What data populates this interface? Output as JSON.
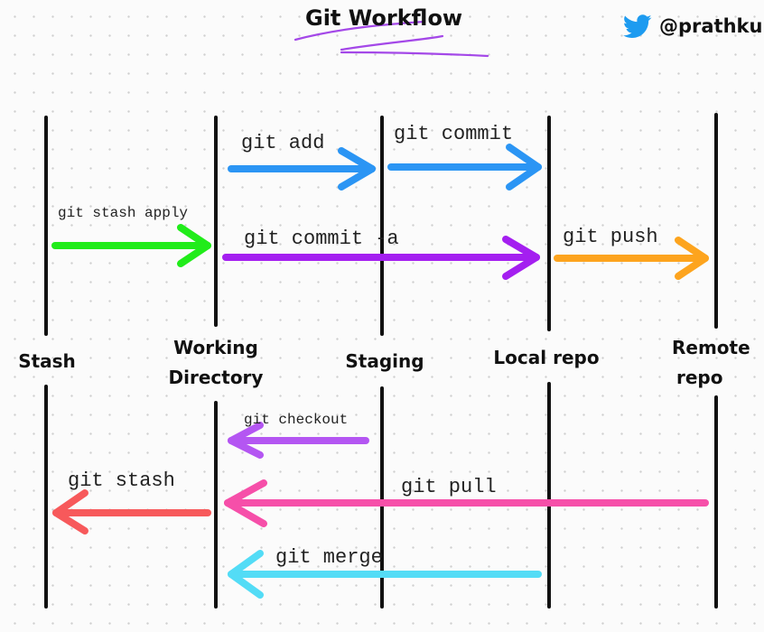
{
  "title": "Git Workflow",
  "author": {
    "handle": "@prathkum",
    "icon": "twitter-bird-icon"
  },
  "columns": [
    {
      "id": "stash",
      "line1": "Stash",
      "line2": ""
    },
    {
      "id": "working",
      "line1": "Working",
      "line2": "Directory"
    },
    {
      "id": "staging",
      "line1": "Staging",
      "line2": ""
    },
    {
      "id": "local",
      "line1": "Local repo",
      "line2": ""
    },
    {
      "id": "remote",
      "line1": "Remote",
      "line2": "repo"
    }
  ],
  "commands": [
    {
      "id": "git-add",
      "label": "git add",
      "from": "working",
      "to": "staging",
      "color": "#2b95f4"
    },
    {
      "id": "git-commit",
      "label": "git commit",
      "from": "staging",
      "to": "local",
      "color": "#2b95f4"
    },
    {
      "id": "git-stash-apply",
      "label": "git stash apply",
      "from": "stash",
      "to": "working",
      "color": "#21ec1a"
    },
    {
      "id": "git-commit-a",
      "label": "git commit -a",
      "from": "working",
      "to": "local",
      "color": "#a41ff0"
    },
    {
      "id": "git-push",
      "label": "git push",
      "from": "local",
      "to": "remote",
      "color": "#fda41e"
    },
    {
      "id": "git-checkout",
      "label": "git checkout",
      "from": "staging",
      "to": "working",
      "color": "#b456f2"
    },
    {
      "id": "git-stash",
      "label": "git stash",
      "from": "working",
      "to": "stash",
      "color": "#f7595b"
    },
    {
      "id": "git-pull",
      "label": "git pull",
      "from": "remote",
      "to": "working",
      "color": "#f64fa9"
    },
    {
      "id": "git-merge",
      "label": "git merge",
      "from": "local",
      "to": "working",
      "color": "#53dcf6"
    }
  ],
  "colors": {
    "lines": "#111111",
    "underline": "#a448e8"
  }
}
